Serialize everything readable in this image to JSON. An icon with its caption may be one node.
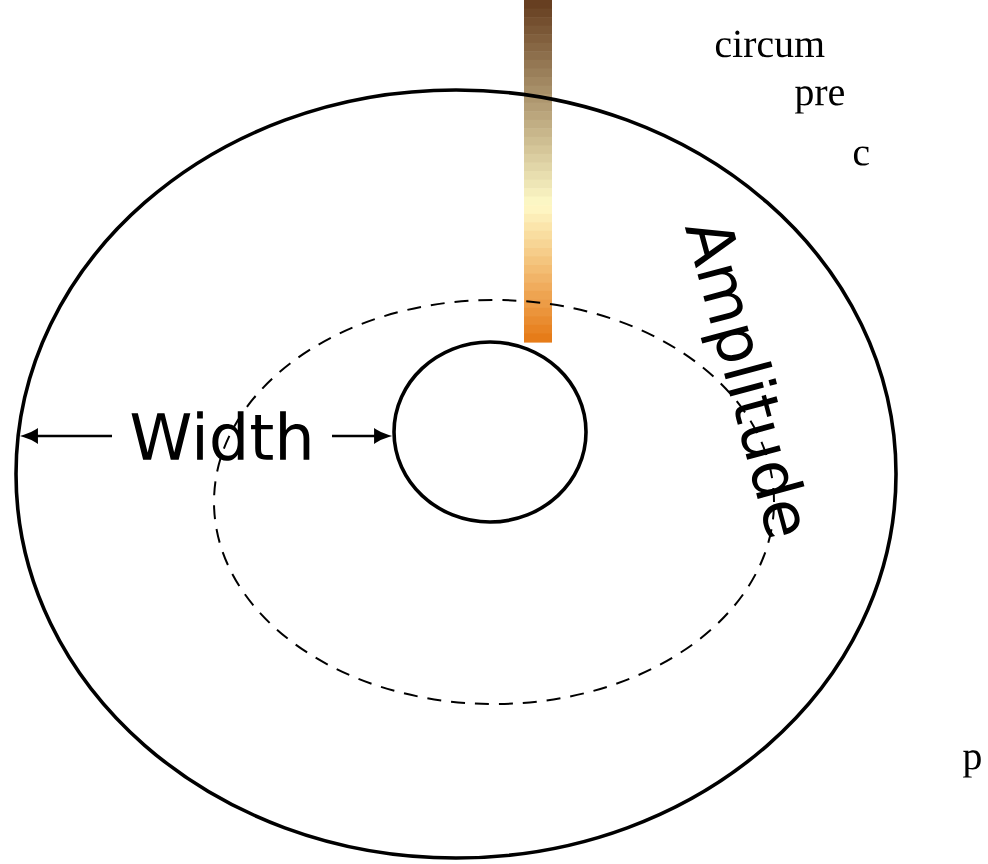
{
  "diagram": {
    "labels": [
      "circum",
      "pre",
      "c",
      "Width",
      "Amplitude",
      "p"
    ]
  }
}
